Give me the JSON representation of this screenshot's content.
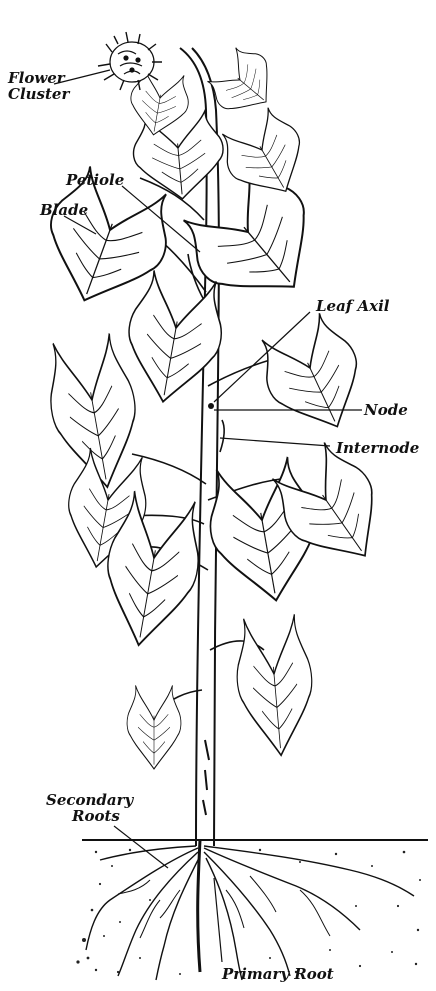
{
  "labels": {
    "flower_cluster_line1": "Flower",
    "flower_cluster_line2": "Cluster",
    "petiole": "Petiole",
    "blade": "Blade",
    "leaf_axil": "Leaf Axil",
    "node": "Node",
    "internode": "Internode",
    "secondary_roots_line1": "Secondary",
    "secondary_roots_line2": "Roots",
    "primary_root": "Primary Root"
  },
  "colors": {
    "ink": "#111111",
    "paper": "#ffffff"
  }
}
